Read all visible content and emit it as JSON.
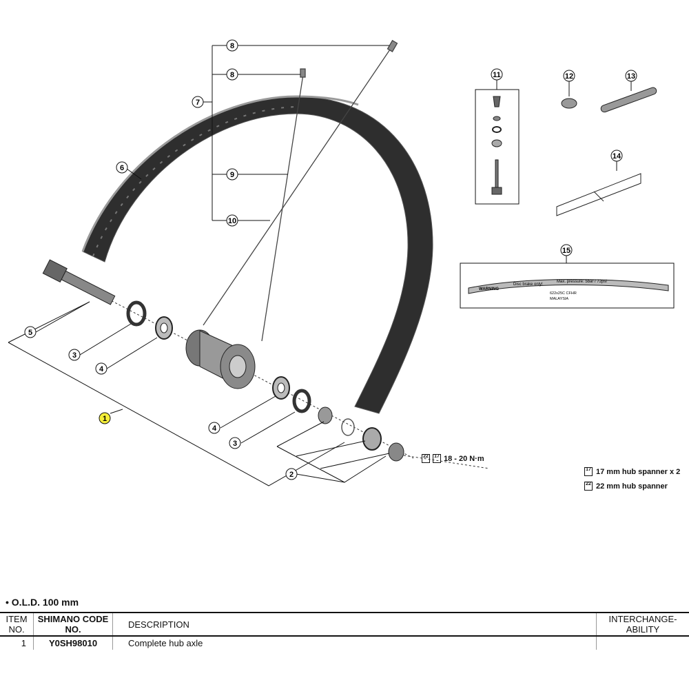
{
  "callouts": [
    "1",
    "2",
    "3",
    "3",
    "4",
    "4",
    "5",
    "6",
    "7",
    "8",
    "8",
    "9",
    "10",
    "11",
    "12",
    "13",
    "14",
    "15"
  ],
  "warning_label": {
    "line1": "WARNING",
    "line2": "Disc brake only!",
    "line3": "Max. pressure: 5bar / 72psi",
    "line4": "622x25C CFHR",
    "line5": "MALAYSIA"
  },
  "torque": {
    "tool1": "22",
    "tool2": "17",
    "value": "18 - 20 N·m"
  },
  "legend": [
    {
      "tool": "17",
      "text": "17 mm hub spanner x 2"
    },
    {
      "tool": "22",
      "text": "22 mm hub spanner"
    }
  ],
  "old_note": "• O.L.D. 100 mm",
  "table": {
    "headers": {
      "item": "ITEM NO.",
      "code": "SHIMANO CODE NO.",
      "description": "DESCRIPTION",
      "interchange": "INTERCHANGE-ABILITY"
    },
    "rows": [
      {
        "item": "1",
        "code": "Y0SH98010",
        "description": "Complete hub axle"
      }
    ]
  },
  "colors": {
    "rim": "#3a3a3a",
    "rim_edge": "#8a8a8a",
    "highlight_callout": "#f5ef3a",
    "line": "#111111"
  }
}
